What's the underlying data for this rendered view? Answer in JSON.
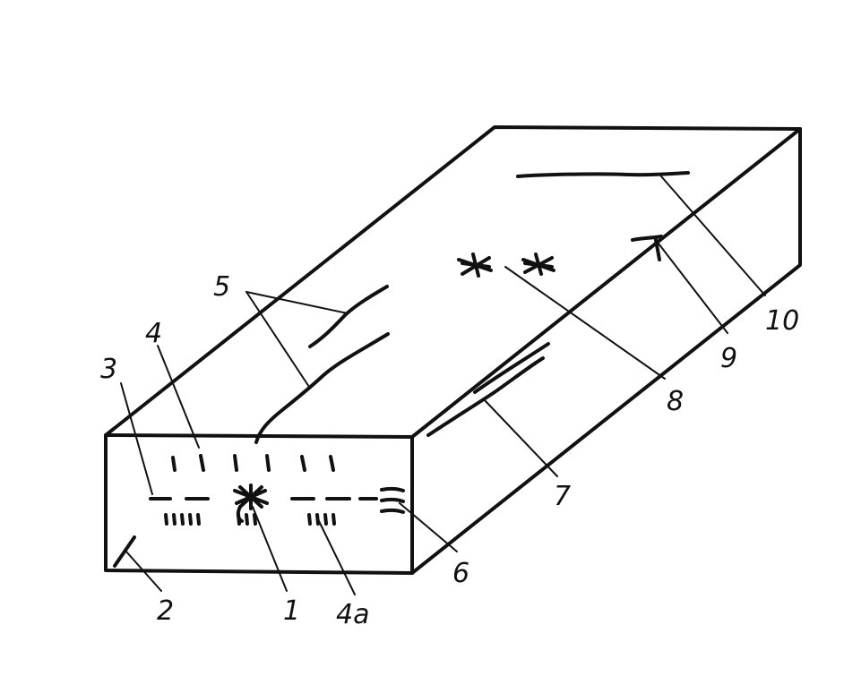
{
  "callouts": {
    "c1": "1",
    "c2": "2",
    "c3": "3",
    "c4": "4",
    "c4a": "4a",
    "c5": "5",
    "c6": "6",
    "c7": "7",
    "c8": "8",
    "c9": "9",
    "c10": "10"
  },
  "colors": {
    "ink": "#111111",
    "background": "#ffffff"
  }
}
